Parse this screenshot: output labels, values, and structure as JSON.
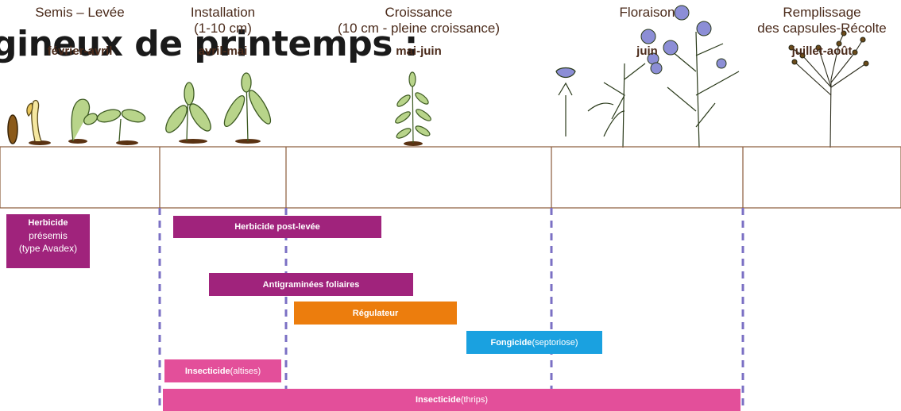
{
  "title": "gineux de printemps :",
  "stages": [
    {
      "name": "Semis – Levée",
      "period": "février-avril"
    },
    {
      "name": "Installation\n(1-10 cm)",
      "period": "avril-mai"
    },
    {
      "name": "Croissance\n(10 cm - pleine croissance)",
      "period": "mai-juin"
    },
    {
      "name": "Floraison",
      "period": "juin"
    },
    {
      "name": "Remplissage\ndes capsules-Récolte",
      "period": "juillet-août"
    }
  ],
  "treatments": {
    "herbicide_presemis": {
      "bold": "Herbicide",
      "line2": "présemis",
      "line3": "(type Avadex)"
    },
    "herbicide_post": {
      "bold": "Herbicide post-levée",
      "normal": ""
    },
    "antigraminees": {
      "bold": "Antigraminées foliaires",
      "normal": ""
    },
    "regulateur": {
      "bold": "Régulateur",
      "normal": ""
    },
    "fongicide": {
      "bold": "Fongicide",
      "normal": " (septoriose)"
    },
    "insecticide_altises": {
      "bold": "Insecticide",
      "normal": " (altises)"
    },
    "insecticide_thrips": {
      "bold": "Insecticide",
      "normal": " (thrips)"
    }
  },
  "colors": {
    "purple": "#a0237c",
    "orange": "#ec7d0d",
    "blue": "#1aa1e0",
    "pink": "#e34f9a",
    "divider": "#7b70c4",
    "border": "#8a5a3a"
  }
}
